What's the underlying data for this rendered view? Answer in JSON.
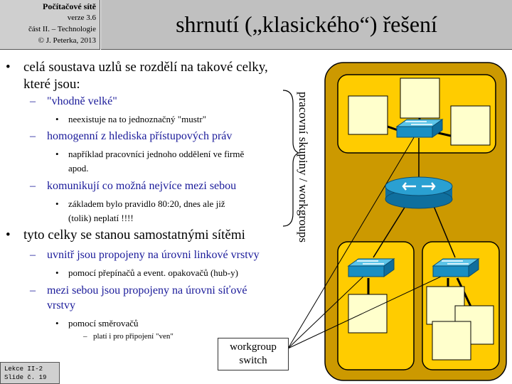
{
  "header": {
    "course_title": "Počítačové sítě",
    "version": "verze 3.6",
    "part": "část II. – Technologie",
    "copyright": "© J. Peterka, 2013"
  },
  "slide_title": "shrnutí („klasického“) řešení",
  "bullets": {
    "b1_line1": "celá soustava uzlů  se rozdělí na takové celky,",
    "b1_line2": "které jsou:",
    "s1": "\"vhodně velké\"",
    "s1a": "neexistuje  na to jednoznačný  \"mustr\"",
    "s2": "homogenní z hlediska  přístupových práv",
    "s2a_line1": "například pracovníci  jednoho oddělení ve firmě",
    "s2a_line2": "apod.",
    "s3": "komunikují co možná nejvíce mezi sebou",
    "s3a_line1": "základem  bylo pravidlo  80:20, dnes ale již",
    "s3a_line2": "(tolik)  neplatí  !!!!",
    "b2": "tyto celky se stanou samostatnými  sítěmi",
    "s4": "uvnitř jsou propojeny na úrovni linkové vrstvy",
    "s4a": "pomocí přepínačů  a event. opakovačů  (hub-y)",
    "s5_line1": "mezi sebou jsou propojeny na úrovni síťové",
    "s5_line2": "vrstvy",
    "s5a": "pomocí  směrovačů",
    "s5a_sub": "platí i pro připojení \"ven\""
  },
  "markers": {
    "bullet": "•",
    "dash": "–"
  },
  "side_label": "pracovní skupiny / workgroups",
  "callout": {
    "line1": "workgroup",
    "line2": "switch"
  },
  "footer": {
    "line1": "Lekce II-2",
    "line2": "Slide č. 19"
  },
  "colors": {
    "header_gray": "#cfcfcf",
    "title_gray": "#c0c0c0",
    "sub_bullet_blue": "#1a1a9a",
    "outer_panel": "#cc9900",
    "group_fill": "#ffcc00",
    "device_blue": "#1a8fc2"
  }
}
